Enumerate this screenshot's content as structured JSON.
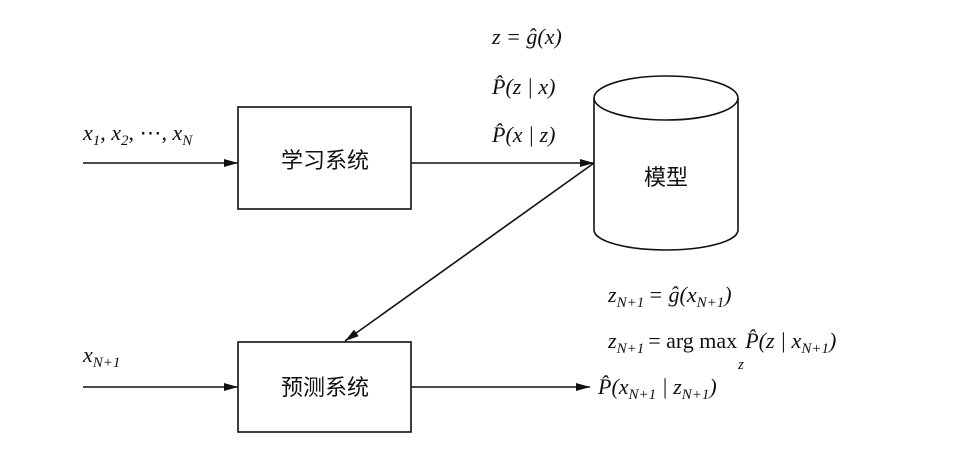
{
  "nodes": {
    "learning_system": "学习系统",
    "model": "模型",
    "prediction_system": "预测系统"
  },
  "inputs": {
    "training": {
      "x1": "x",
      "s1": "1",
      "x2": "x",
      "s2": "2",
      "dots": "⋯",
      "xn": "x",
      "sn": "N"
    },
    "new": {
      "x": "x",
      "sub": "N+1"
    }
  },
  "model_formulas": {
    "f1": "z = ĝ(x)",
    "f2": "P̂(z | x)",
    "f3": "P̂(x | z)"
  },
  "prediction_formulas": {
    "z": "z",
    "sub": "N+1",
    "f1_rhs": "= ĝ(x",
    "close": ")",
    "f2_rhs": "= arg max",
    "argmax_under": "z",
    "f2_tail": "P̂(z | x",
    "output_head": "P̂(x",
    "output_mid": " | z"
  }
}
